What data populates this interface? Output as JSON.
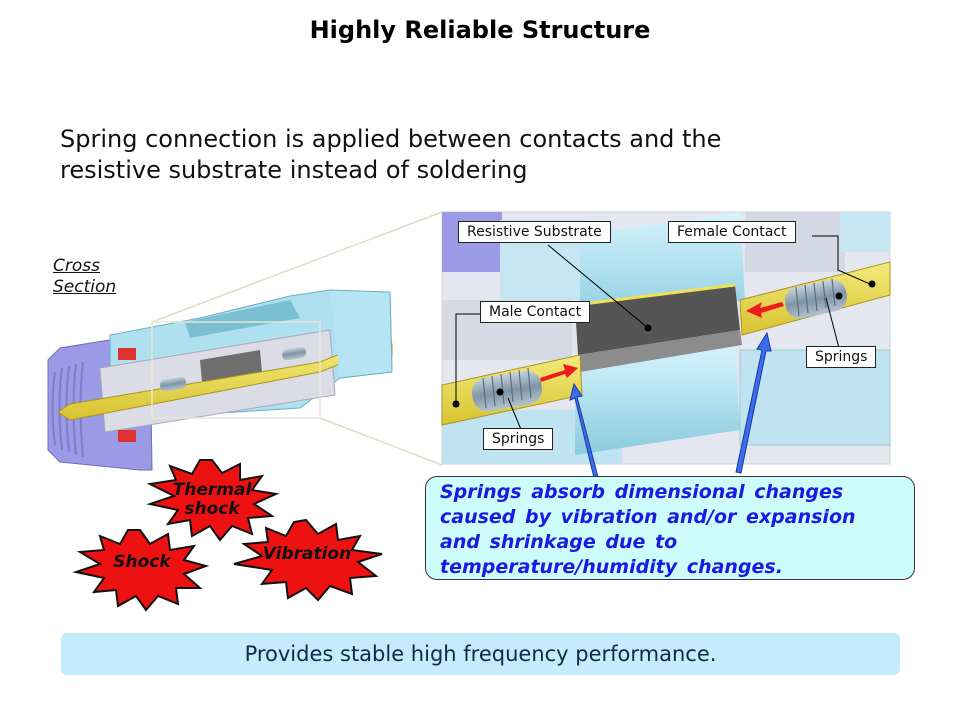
{
  "slide": {
    "title": "Highly Reliable Structure",
    "subtitle_line1": "Spring connection is applied between contacts and the",
    "subtitle_line2": "resistive substrate instead of soldering",
    "cross_section_line1": "Cross",
    "cross_section_line2": "Section"
  },
  "callouts": {
    "resistive_substrate": "Resistive Substrate",
    "female_contact": "Female Contact",
    "male_contact": "Male Contact",
    "springs_right": "Springs",
    "springs_left": "Springs"
  },
  "stress_bursts": {
    "thermal_line1": "Thermal",
    "thermal_line2": "shock",
    "shock": "Shock",
    "vibration": "Vibration"
  },
  "info_box": {
    "line1": "Springs absorb dimensional changes",
    "line2": "caused by vibration and/or expansion",
    "line3": "and shrinkage due to",
    "line4": "temperature/humidity changes."
  },
  "footer": {
    "text": "Provides stable high frequency performance."
  },
  "colors": {
    "burst_red": "#ee1111",
    "info_box_bg": "#ccfcfc",
    "info_text": "#1a1ae0",
    "footer_bg": "#c6ebfc",
    "arrow_blue": "#3b6cf0",
    "contact_gold": "#e9d84a"
  }
}
